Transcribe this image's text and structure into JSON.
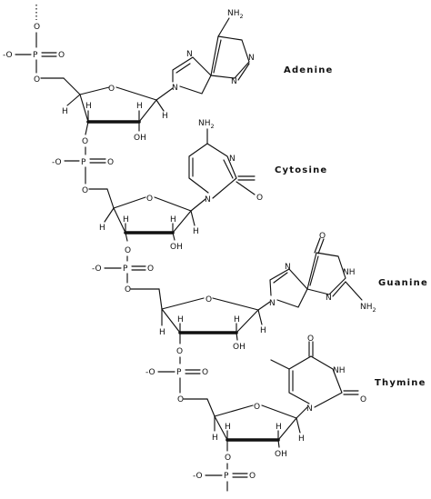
{
  "labels": {
    "adenine": "Adenine",
    "cytosine": "Cytosine",
    "guanine": "Guanine",
    "thymine": "Thymine"
  },
  "atoms": {
    "O": "O",
    "P": "P",
    "N": "N",
    "H": "H",
    "OH": "OH",
    "Ominus": "-O",
    "NH": "NH",
    "NH2": "NH",
    "sub2": "2"
  }
}
